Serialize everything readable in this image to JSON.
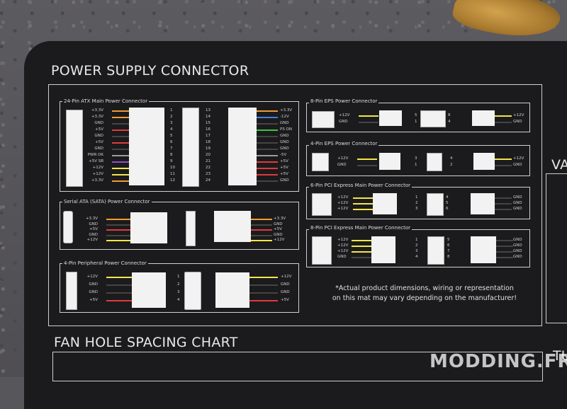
{
  "mat": {
    "title_power": "POWER SUPPLY CONNECTOR",
    "title_fan": "FAN HOLE SPACING CHART",
    "title_right_partial": "VA",
    "title_right_bottom_partial": "TU",
    "note_line1": "*Actual product dimensions, wiring or representation",
    "note_line2": "on this mat may vary depending on the manufacturer!"
  },
  "atx": {
    "title": "24-Pin ATX Main Power Connector",
    "left_labels": [
      "+3.3V",
      "+3.3V",
      "GND",
      "+5V",
      "GND",
      "+5V",
      "GND",
      "PWR OK",
      "+5V SB",
      "+12V",
      "+12V",
      "+3.3V"
    ],
    "left_nums": [
      "1",
      "2",
      "3",
      "4",
      "5",
      "6",
      "7",
      "8",
      "9",
      "10",
      "11",
      "12"
    ],
    "right_nums": [
      "13",
      "14",
      "15",
      "16",
      "17",
      "18",
      "19",
      "20",
      "21",
      "22",
      "23",
      "24"
    ],
    "right_labels": [
      "+3.3V",
      "-12V",
      "GND",
      "PS ON",
      "GND",
      "GND",
      "GND",
      "-5V",
      "+5V",
      "+5V",
      "+5V",
      "GND"
    ]
  },
  "sata": {
    "title": "Serial ATA (SATA) Power Connector",
    "left_labels": [
      "+3.3V",
      "GND",
      "+5V",
      "GND",
      "+12V"
    ],
    "right_labels": [
      "+3.3V",
      "GND",
      "+5V",
      "GND",
      "+12V"
    ]
  },
  "periph": {
    "title": "4-Pin Peripheral Power Connector",
    "left_labels": [
      "+12V",
      "GND",
      "GND",
      "+5V"
    ],
    "nums": [
      "1",
      "2",
      "3",
      "4"
    ],
    "right_labels": [
      "+12V",
      "GND",
      "GND",
      "+5V"
    ]
  },
  "eps8": {
    "title": "8-Pin EPS Power Connector",
    "left_labels": [
      "+12V",
      "GND"
    ],
    "nums_left": [
      "5",
      "1"
    ],
    "nums_right": [
      "8",
      "4"
    ],
    "right_labels": [
      "+12V",
      "GND"
    ]
  },
  "eps4": {
    "title": "4-Pin EPS Power Connector",
    "left_labels": [
      "+12V",
      "GND"
    ],
    "nums_left": [
      "3",
      "1"
    ],
    "nums_right": [
      "4",
      "2"
    ],
    "right_labels": [
      "+12V",
      "GND"
    ]
  },
  "pcie6": {
    "title": "6-Pin PCI Express Main Power Connector",
    "left_labels": [
      "+12V",
      "+12V",
      "+12V"
    ],
    "nums_left": [
      "1",
      "2",
      "3"
    ],
    "nums_right": [
      "4",
      "5",
      "6"
    ],
    "right_labels": [
      "GND",
      "GND",
      "GND"
    ]
  },
  "pcie8": {
    "title": "8-Pin PCI Express Main Power Connector",
    "left_labels": [
      "+12V",
      "+12V",
      "+12V",
      "GND"
    ],
    "nums_left": [
      "1",
      "2",
      "3",
      "4"
    ],
    "nums_right": [
      "5",
      "6",
      "7",
      "8"
    ],
    "right_labels": [
      "GND",
      "GND",
      "GND",
      "GND"
    ]
  },
  "watermark": "MODDING.FR",
  "colors": {
    "yellow": "#f2e64a",
    "red": "#e23a3a",
    "orange": "#f29a35",
    "green": "#3ec44a",
    "purple": "#8d4fc9",
    "gray": "#9b9b9b",
    "blue": "#4a7be0",
    "black": "#444444"
  }
}
